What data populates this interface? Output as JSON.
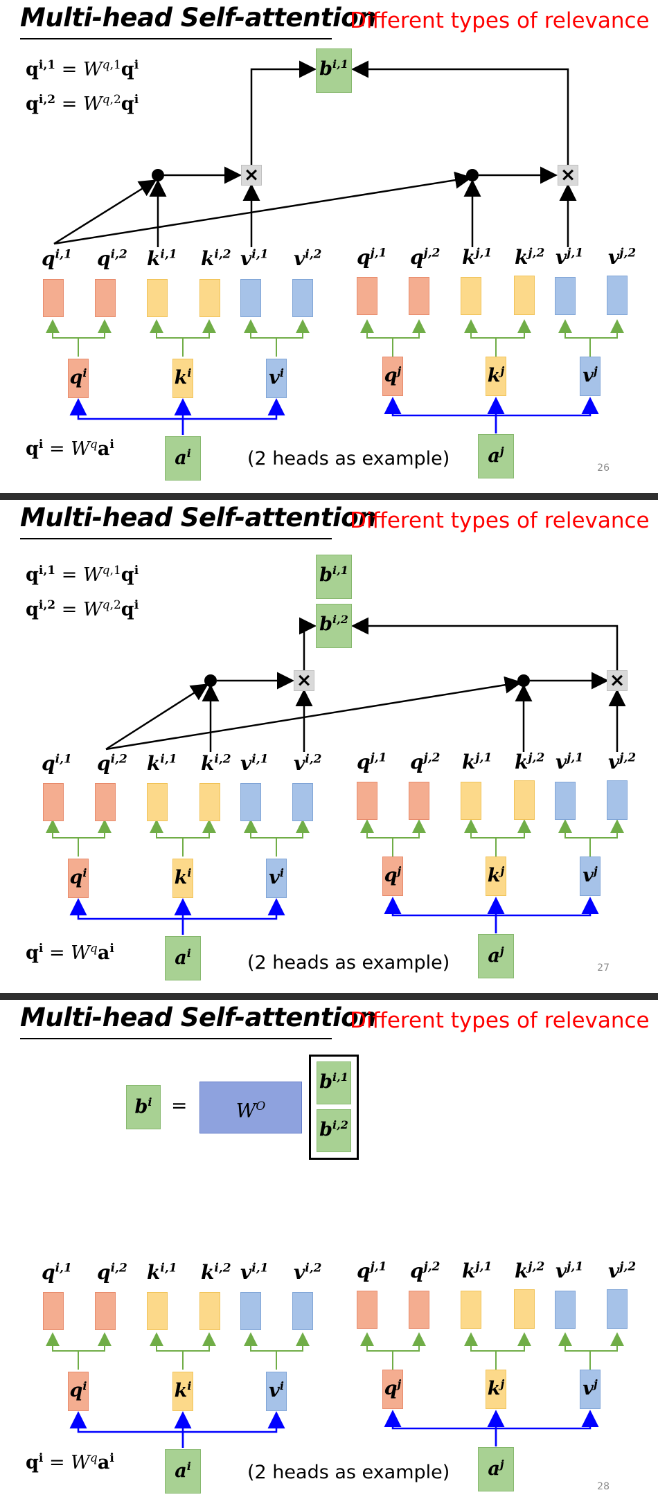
{
  "slides": [
    {
      "title": "Multi-head Self-attention",
      "subtitle": "Different types of relevance",
      "page": "26",
      "example_note": "(2 heads as example)",
      "eq_q1": "q^{i,1} = W^{q,1} q^i",
      "eq_q2": "q^{i,2} = W^{q,2} q^i",
      "eq_qa": "q^i = W^q a^i",
      "outputs": [
        "b^{i,1}"
      ]
    },
    {
      "title": "Multi-head Self-attention",
      "subtitle": "Different types of relevance",
      "page": "27",
      "example_note": "(2 heads as example)",
      "eq_q1": "q^{i,1} = W^{q,1} q^i",
      "eq_q2": "q^{i,2} = W^{q,2} q^i",
      "eq_qa": "q^i = W^q a^i",
      "outputs": [
        "b^{i,1}",
        "b^{i,2}"
      ]
    },
    {
      "title": "Multi-head Self-attention",
      "subtitle": "Different types of relevance",
      "page": "28",
      "example_note": "(2 heads as example)",
      "eq_qa": "q^i = W^q a^i",
      "concat": {
        "output": "b^i",
        "equals": "=",
        "matrix": "W^O",
        "stack": [
          "b^{i,1}",
          "b^{i,2}"
        ]
      }
    }
  ],
  "heads": {
    "i": {
      "q": "q^i",
      "k": "k^i",
      "v": "v^i",
      "a": "a^i",
      "labels": [
        "q^{i,1}",
        "q^{i,2}",
        "k^{i,1}",
        "k^{i,2}",
        "v^{i,1}",
        "v^{i,2}"
      ]
    },
    "j": {
      "q": "q^j",
      "k": "k^j",
      "v": "v^j",
      "a": "a^j",
      "labels": [
        "q^{j,1}",
        "q^{j,2}",
        "k^{j,1}",
        "k^{j,2}",
        "v^{j,1}",
        "v^{j,2}"
      ]
    }
  },
  "colors": {
    "query": "#f4ad90",
    "key": "#fcd98a",
    "value": "#a6c2e8",
    "io": "#a8d193",
    "split_arrow": "#70ad47",
    "input_arrow": "#0000ff",
    "subtitle": "#ff0000"
  },
  "icons": {
    "multiply": "×"
  }
}
